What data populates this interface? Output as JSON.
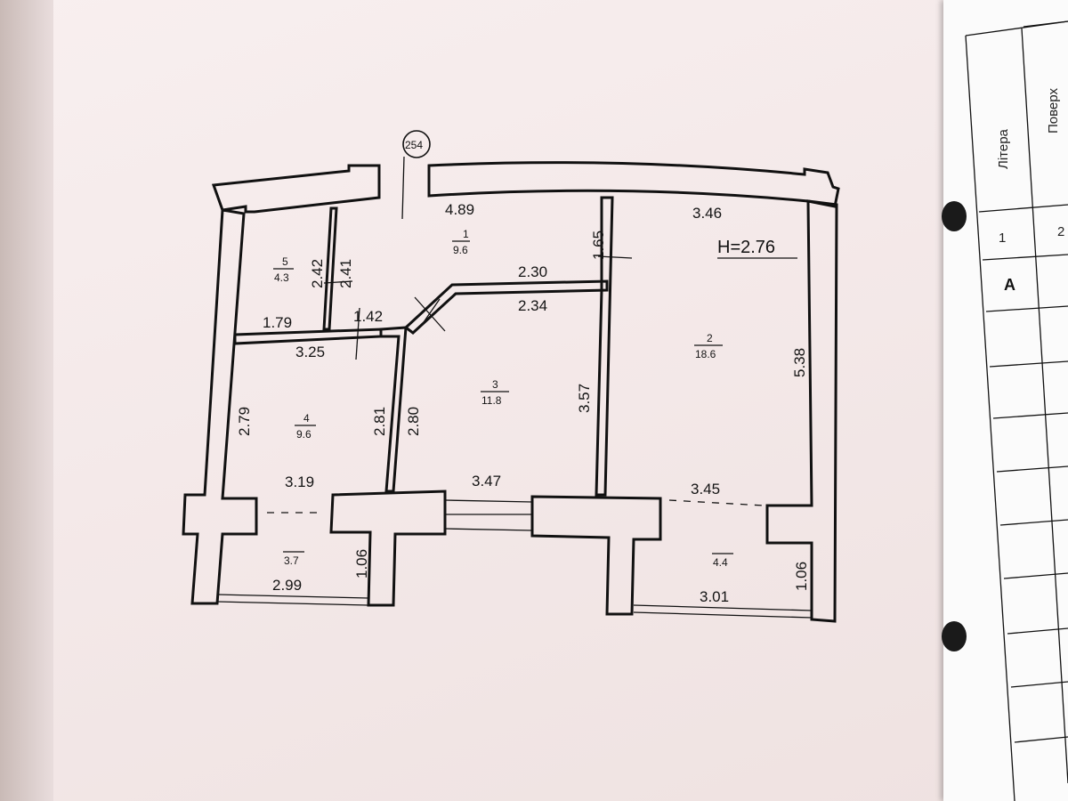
{
  "sheet_table": {
    "headers": [
      "Літера",
      "Поверх"
    ],
    "row": [
      "1",
      "2"
    ],
    "letter": "А"
  },
  "plan": {
    "axis_marker": "254",
    "ceiling_height": "H=2.76",
    "rooms": [
      {
        "id": "room-1",
        "number": "1",
        "area": "9.6"
      },
      {
        "id": "room-2",
        "number": "2",
        "area": "18.6"
      },
      {
        "id": "room-3",
        "number": "3",
        "area": "11.8"
      },
      {
        "id": "room-4",
        "number": "4",
        "area": "9.6"
      },
      {
        "id": "room-5",
        "number": "5",
        "area": "4.3"
      },
      {
        "id": "balcony-left",
        "number": "",
        "area": "3.7"
      },
      {
        "id": "balcony-right",
        "number": "",
        "area": "4.4"
      }
    ],
    "dimensions": {
      "d489": "4.89",
      "d346": "3.46",
      "d165": "1.65",
      "d230": "2.30",
      "d234": "2.34",
      "d242": "2.42",
      "d241": "2.41",
      "d179": "1.79",
      "d142": "1.42",
      "d325": "3.25",
      "d279": "2.79",
      "d281": "2.81",
      "d280": "2.80",
      "d357": "3.57",
      "d538": "5.38",
      "d319": "3.19",
      "d347": "3.47",
      "d345": "3.45",
      "d106l": "1.06",
      "d299": "2.99",
      "d106r": "1.06",
      "d301": "3.01"
    }
  }
}
